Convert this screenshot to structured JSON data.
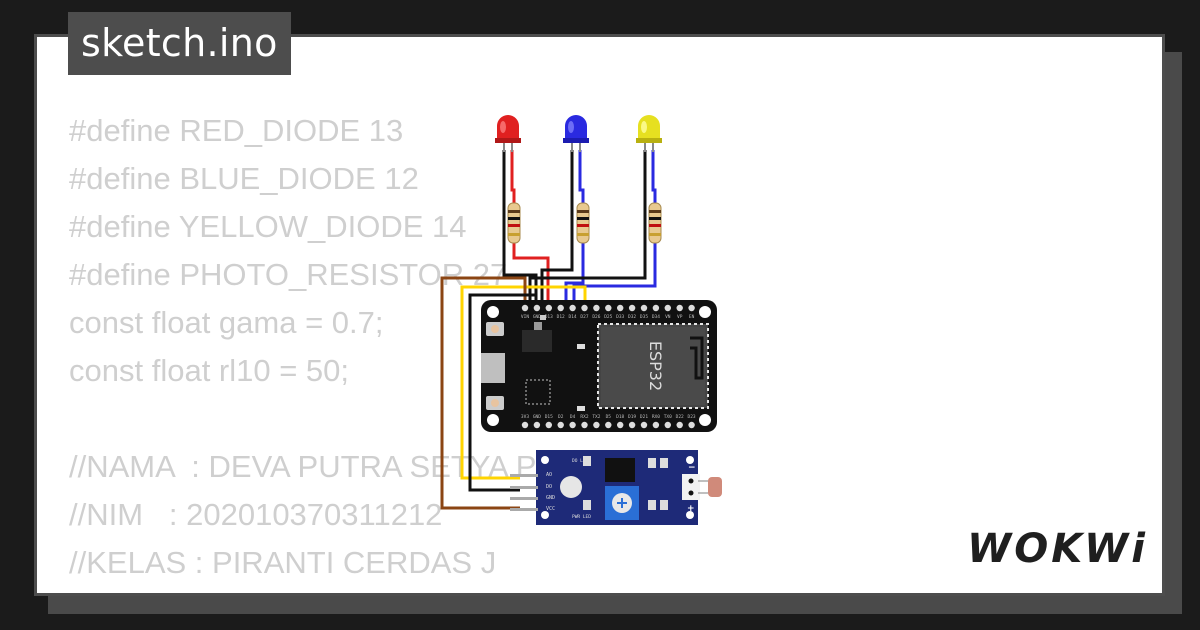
{
  "title": "sketch.ino",
  "code_lines": [
    "#define RED_DIODE 13",
    "#define BLUE_DIODE 12",
    "#define YELLOW_DIODE 14",
    "#define PHOTO_RESISTOR 27",
    "const float gama = 0.7;",
    "const float rl10 = 50;",
    "",
    "//NAMA  : DEVA PUTRA SETYA PRATAMA",
    "//NIM   : 202010370311212",
    "//KELAS : PIRANTI CERDAS J"
  ],
  "esp32": {
    "label": "ESP32",
    "top_pins": [
      "VIN",
      "GND",
      "D13",
      "D12",
      "D14",
      "D27",
      "D26",
      "D25",
      "D33",
      "D32",
      "D35",
      "D34",
      "VN",
      "VP",
      "EN"
    ],
    "bottom_pins": [
      "3V3",
      "GND",
      "D15",
      "D2",
      "D4",
      "RX2",
      "TX2",
      "D5",
      "D18",
      "D19",
      "D21",
      "RX0",
      "TX0",
      "D22",
      "D23"
    ]
  },
  "ldr_module": {
    "pins": [
      "AO",
      "DO",
      "GND",
      "VCC"
    ],
    "labels": [
      "DO LED",
      "PWR LED",
      "−",
      "+"
    ]
  },
  "leds": [
    {
      "color": "#e02020"
    },
    {
      "color": "#2a2ae0"
    },
    {
      "color": "#e6e020"
    }
  ],
  "logo": "WOKWi"
}
